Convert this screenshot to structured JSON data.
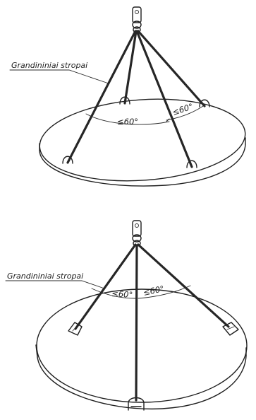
{
  "figure_top": {
    "label": "Grandininiai stropai",
    "angle_left": "≤60°",
    "angle_right": "≤60°"
  },
  "figure_bottom": {
    "label": "Grandininiai stropai",
    "angle_left": "≤60°",
    "angle_right": "≤60°"
  }
}
